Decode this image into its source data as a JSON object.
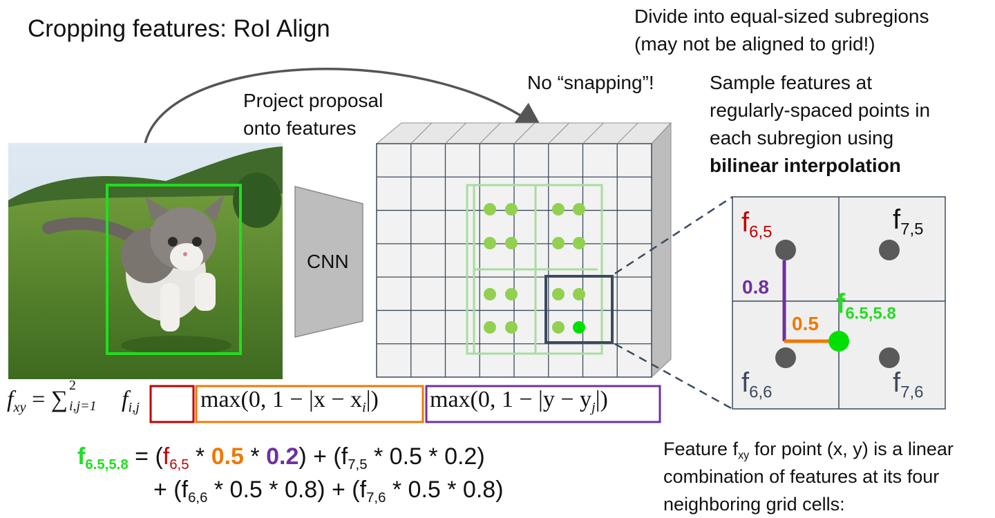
{
  "title": "Cropping features: RoI Align",
  "captions": {
    "project": [
      "Project proposal",
      "onto features"
    ],
    "no_snapping": "No “snapping”!",
    "divide": [
      "Divide into equal-sized subregions",
      "(may not be aligned to grid!)"
    ],
    "sample": [
      "Sample features at",
      "regularly-spaced points in",
      "each subregion using"
    ],
    "sample_bold": "bilinear interpolation",
    "feature": [
      "combination of features at its four",
      "neighboring grid cells:"
    ]
  },
  "cnn_label": "CNN",
  "zoom": {
    "f65": "f",
    "f65_sub": "6,5",
    "f75": "f",
    "f75_sub": "7,5",
    "f66": "f",
    "f66_sub": "6,6",
    "f76": "f",
    "f76_sub": "7,6",
    "point": "f",
    "point_sub": "6.5,5.8",
    "w08": "0.8",
    "w05": "0.5"
  },
  "formula": {
    "lhs": "f",
    "lhs_sub": "xy",
    "eq": "=",
    "sum": "∑",
    "sum_sup": "2",
    "sum_sub": "i,j=1",
    "box1": "f",
    "box1_sub": "i,j",
    "box2": "max(0, 1 − |x − x",
    "box2_sub": "i",
    "box2_end": "|)",
    "box3": "max(0, 1 − |y − y",
    "box3_sub": "j",
    "box3_end": "|)"
  },
  "expansion": {
    "lhs": "f",
    "lhs_sub": "6.5,5.8",
    "line1": {
      "eq_open": "= (",
      "f1": "f",
      "f1_sub": "6,5",
      "star1": " * ",
      "w1": "0.5",
      "star2": " * ",
      "w2": "0.2",
      "rest_open": ") + (f",
      "f2_sub": "7,5",
      "rest": " * 0.5 * 0.2)"
    },
    "line2": {
      "open": "+ (f",
      "f3_sub": "6,6",
      "mid": " * 0.5 * 0.8) + (f",
      "f4_sub": "7,6",
      "end": " * 0.5 * 0.8)"
    }
  },
  "feature_line1": {
    "pre": "Feature f",
    "sub": "xy",
    "post": " for point (x, y) is a linear"
  },
  "colors": {
    "green_box": "#22dd22",
    "light_green": "#a8dca0",
    "dot_green": "#92d050",
    "bright_green": "#00e000",
    "dark_box": "#3b4a5e",
    "grid_line": "#3b4a5e",
    "red": "#c00000",
    "orange": "#f07800",
    "purple": "#7030a0",
    "cell_fill": "#efefef",
    "gray_dot": "#5a5a5a"
  }
}
